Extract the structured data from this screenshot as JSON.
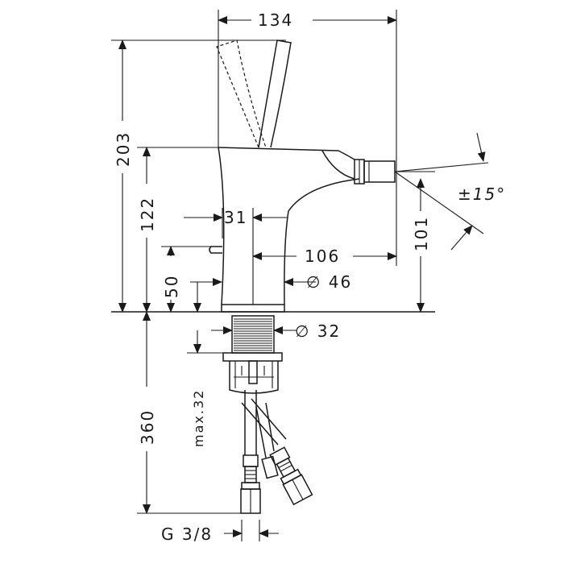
{
  "dimensions": {
    "width_top": "134",
    "total_height": "203",
    "spout_height": "122",
    "lever_offset": "31",
    "popup_height": "50",
    "reach": "106",
    "base_diameter": "∅ 46",
    "nozzle_height": "101",
    "swivel_angle": "±15°",
    "shank_diameter": "∅ 32",
    "hose_length": "360",
    "counter_thickness": "max.32",
    "connection_thread": "G 3/8"
  },
  "colors": {
    "line": "#1a1a1a",
    "background": "#ffffff"
  }
}
